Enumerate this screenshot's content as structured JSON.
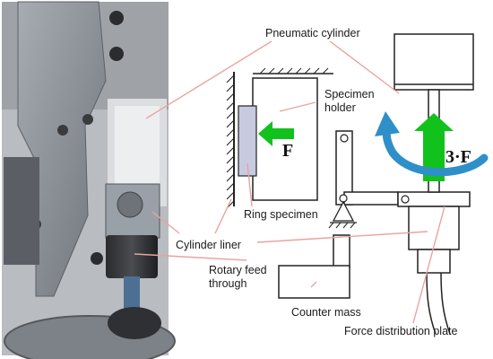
{
  "labels": {
    "pneumatic_cylinder": "Pneumatic cylinder",
    "specimen_holder_1": "Specimen",
    "specimen_holder_2": "holder",
    "ring_specimen": "Ring specimen",
    "cylinder_liner": "Cylinder liner",
    "rotary_feed_1": "Rotary feed",
    "rotary_feed_2": "through",
    "counter_mass": "Counter mass",
    "force_distribution_plate": "Force distribution plate",
    "force_small": "F",
    "force_large": "3·F"
  },
  "colors": {
    "leader_line": "#e9a3a3",
    "green_arrow": "#12c21c",
    "blue_arrow": "#2f8fc9",
    "ring_specimen_fill": "#c7cbe0",
    "photo_metal": "#8a8f96"
  }
}
